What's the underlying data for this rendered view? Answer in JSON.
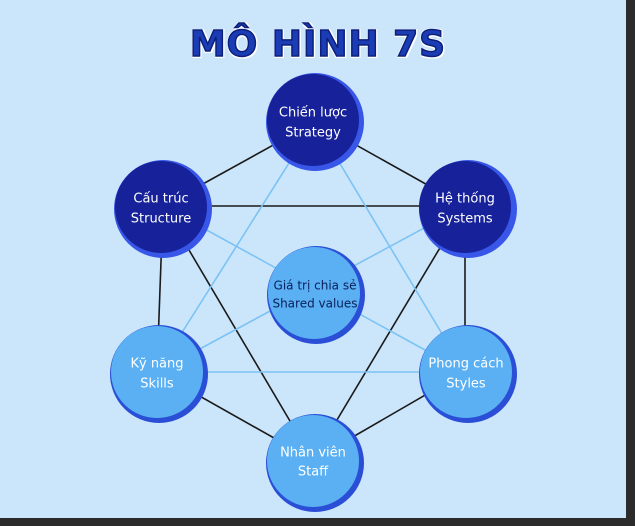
{
  "title": "MÔ HÌNH 7S",
  "nodes": {
    "strategy": {
      "line1": "Chiến lược",
      "line2": "Strategy"
    },
    "structure": {
      "line1": "Cấu trúc",
      "line2": "Structure"
    },
    "systems": {
      "line1": "Hệ thống",
      "line2": "Systems"
    },
    "shared": {
      "line1": "Giá trị chia sẻ",
      "line2": "Shared values"
    },
    "skills": {
      "line1": "Kỹ năng",
      "line2": "Skills"
    },
    "styles": {
      "line1": "Phong cách",
      "line2": "Styles"
    },
    "staff": {
      "line1": "Nhân viên",
      "line2": "Staff"
    }
  },
  "colors": {
    "background": "#cbe6fb",
    "dark_node": "#16219a",
    "dark_ring": "#3856e8",
    "light_node": "#5ab0f3",
    "light_ring": "#2a4fd6",
    "center_node": "#5ab0f3",
    "black_line": "#1a1a1a",
    "blue_line": "#7cc2f5",
    "title": "#1a3db5"
  }
}
